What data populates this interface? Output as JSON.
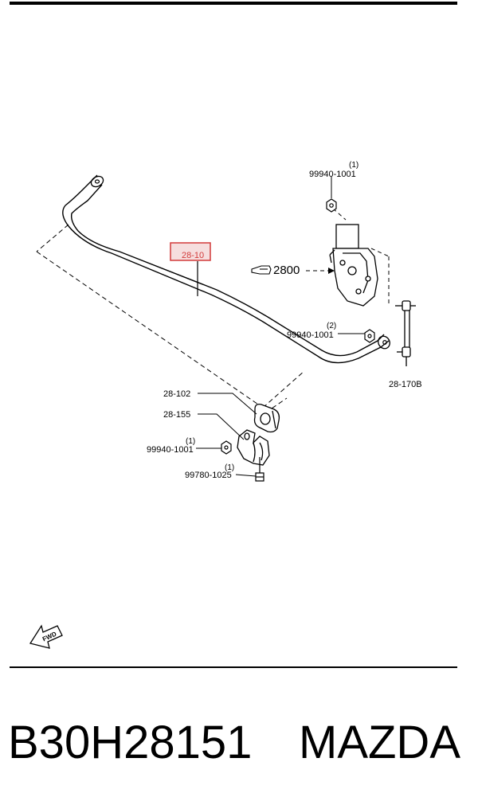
{
  "parts": {
    "stabilizer_bar": "28-10",
    "reference": "2800",
    "nut_top": "99940-1001",
    "nut_top_qty": "(1)",
    "nut_mid": "99940-1001",
    "nut_mid_qty": "(2)",
    "link": "28-170B",
    "bushing": "28-102",
    "bracket": "28-155",
    "nut_bottom": "99940-1001",
    "nut_bottom_qty": "(1)",
    "bolt": "99780-1025",
    "bolt_qty": "(1)"
  },
  "direction_label": "FWD",
  "footer": {
    "part_number": "B30H28151",
    "brand": "MAZDA"
  },
  "colors": {
    "line": "#000000",
    "highlight": "#d23a3a",
    "highlight_fill": "#f6dede"
  }
}
